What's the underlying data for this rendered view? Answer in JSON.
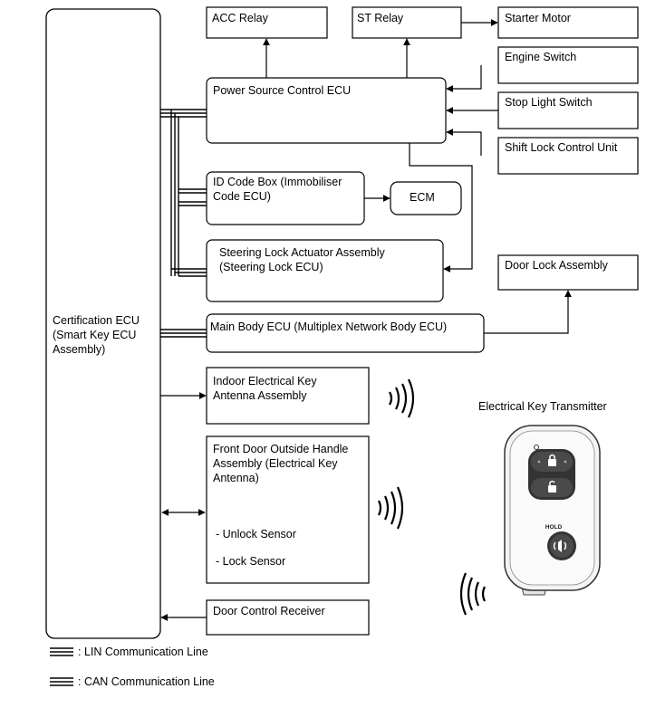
{
  "blocks": {
    "certification_ecu": "Certification ECU\n(Smart Key ECU\nAssembly)",
    "acc_relay": "ACC Relay",
    "st_relay": "ST Relay",
    "starter_motor": "Starter Motor",
    "engine_switch": "Engine Switch",
    "stop_light_switch": "Stop Light Switch",
    "shift_lock_control_unit": "Shift Lock Control Unit",
    "power_source_control_ecu": "Power Source Control ECU",
    "id_code_box": "ID Code Box (Immobiliser\nCode ECU)",
    "ecm": "ECM",
    "steering_lock_actuator": "Steering Lock Actuator Assembly\n(Steering Lock ECU)",
    "door_lock_assembly": "Door Lock Assembly",
    "main_body_ecu": "Main Body ECU (Multiplex Network Body ECU)",
    "indoor_antenna": "Indoor Electrical Key\nAntenna Assembly",
    "front_door_handle": "Front Door Outside Handle\nAssembly (Electrical Key\nAntenna)",
    "unlock_sensor": "- Unlock Sensor",
    "lock_sensor": "- Lock Sensor",
    "door_control_receiver": "Door Control Receiver"
  },
  "transmitter": {
    "title": "Electrical Key Transmitter",
    "hold_label": "HOLD"
  },
  "legend": {
    "lin": ": LIN Communication Line",
    "can": ": CAN Communication Line"
  }
}
